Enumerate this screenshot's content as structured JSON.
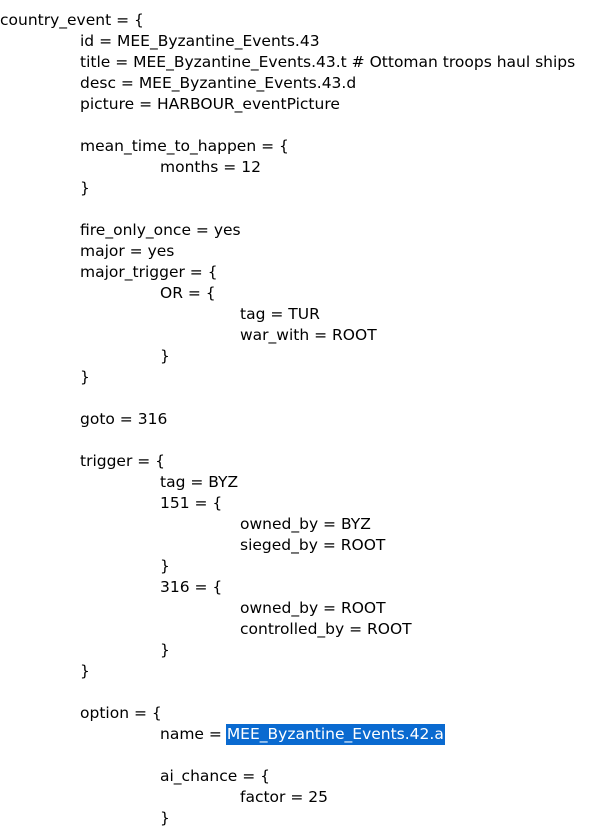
{
  "lines": [
    {
      "indent": 0,
      "text": "country_event = {"
    },
    {
      "indent": 1,
      "text": "id = MEE_Byzantine_Events.43"
    },
    {
      "indent": 1,
      "text": "title = MEE_Byzantine_Events.43.t # Ottoman troops haul ships"
    },
    {
      "indent": 1,
      "text": "desc = MEE_Byzantine_Events.43.d"
    },
    {
      "indent": 1,
      "text": "picture = HARBOUR_eventPicture"
    },
    {
      "indent": 0,
      "text": ""
    },
    {
      "indent": 1,
      "text": "mean_time_to_happen = {"
    },
    {
      "indent": 2,
      "text": "months = 12"
    },
    {
      "indent": 1,
      "text": "}"
    },
    {
      "indent": 0,
      "text": ""
    },
    {
      "indent": 1,
      "text": "fire_only_once = yes"
    },
    {
      "indent": 1,
      "text": "major = yes"
    },
    {
      "indent": 1,
      "text": "major_trigger = {"
    },
    {
      "indent": 2,
      "text": "OR = {"
    },
    {
      "indent": 3,
      "text": "tag = TUR"
    },
    {
      "indent": 3,
      "text": "war_with = ROOT"
    },
    {
      "indent": 2,
      "text": "}"
    },
    {
      "indent": 1,
      "text": "}"
    },
    {
      "indent": 0,
      "text": ""
    },
    {
      "indent": 1,
      "text": "goto = 316"
    },
    {
      "indent": 0,
      "text": ""
    },
    {
      "indent": 1,
      "text": "trigger = {"
    },
    {
      "indent": 2,
      "text": "tag = BYZ"
    },
    {
      "indent": 2,
      "text": "151 = {"
    },
    {
      "indent": 3,
      "text": "owned_by = BYZ"
    },
    {
      "indent": 3,
      "text": "sieged_by = ROOT"
    },
    {
      "indent": 2,
      "text": "}"
    },
    {
      "indent": 2,
      "text": "316 = {"
    },
    {
      "indent": 3,
      "text": "owned_by = ROOT"
    },
    {
      "indent": 3,
      "text": "controlled_by = ROOT"
    },
    {
      "indent": 2,
      "text": "}"
    },
    {
      "indent": 1,
      "text": "}"
    },
    {
      "indent": 0,
      "text": ""
    },
    {
      "indent": 1,
      "text": "option = {"
    },
    {
      "indent": 2,
      "text": "name = ",
      "selected": "MEE_Byzantine_Events.42.a"
    },
    {
      "indent": 0,
      "text": ""
    },
    {
      "indent": 2,
      "text": "ai_chance = {"
    },
    {
      "indent": 3,
      "text": "factor = 25"
    },
    {
      "indent": 2,
      "text": "}"
    }
  ],
  "selection_color": "#0a6ad0"
}
